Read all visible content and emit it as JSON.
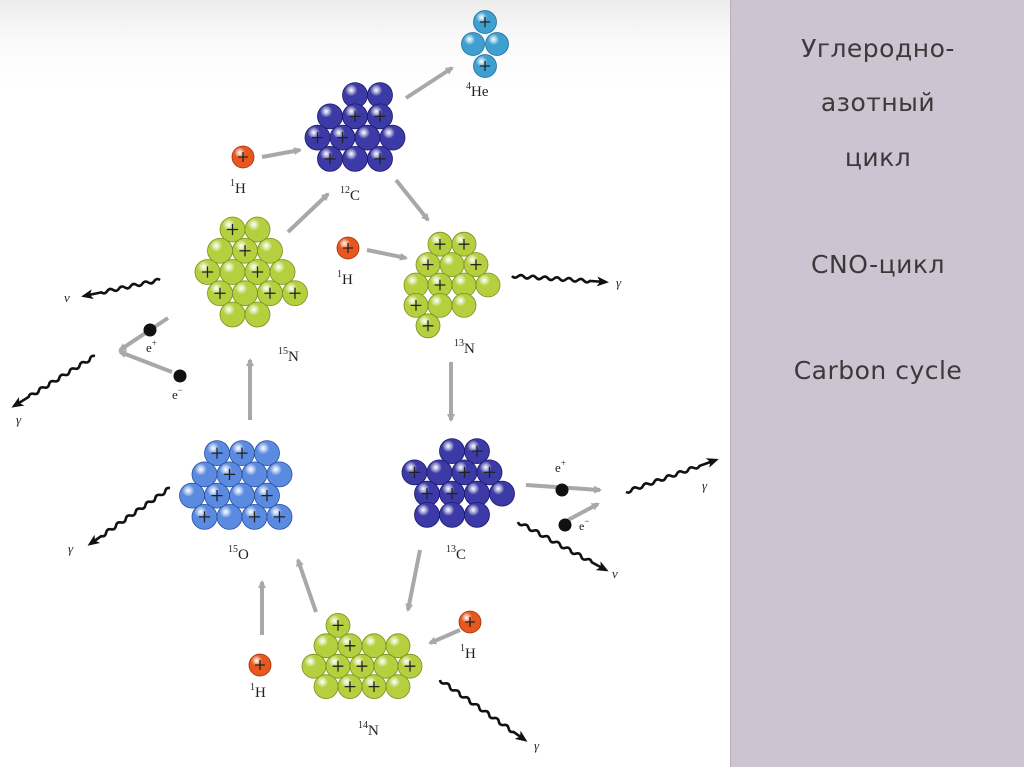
{
  "side_panel": {
    "title_line1": "Углеродно-",
    "title_line2": "азотный",
    "title_line3": "цикл",
    "subtitle1": "CNO-цикл",
    "subtitle2": "Carbon cycle"
  },
  "nuclei": {
    "he4": {
      "mass": "4",
      "symbol": "He"
    },
    "c12": {
      "mass": "12",
      "symbol": "C"
    },
    "n13": {
      "mass": "13",
      "symbol": "N"
    },
    "c13": {
      "mass": "13",
      "symbol": "C"
    },
    "n14": {
      "mass": "14",
      "symbol": "N"
    },
    "o15": {
      "mass": "15",
      "symbol": "O"
    },
    "n15": {
      "mass": "15",
      "symbol": "N"
    },
    "h1": {
      "mass": "1",
      "symbol": "H"
    }
  },
  "particles": {
    "neutrino": "ν",
    "gamma": "γ",
    "positron": "e",
    "positron_sign": "+",
    "electron": "e",
    "electron_sign": "−"
  },
  "colors": {
    "proton": "#e8581e",
    "helium": "#3e9fd0",
    "carbon": "#3b3aa6",
    "nitrogen": "#b5cf3e",
    "oxygen": "#5b8be0",
    "panel": "#cdc3d1",
    "arrow": "#a8a8a8"
  }
}
